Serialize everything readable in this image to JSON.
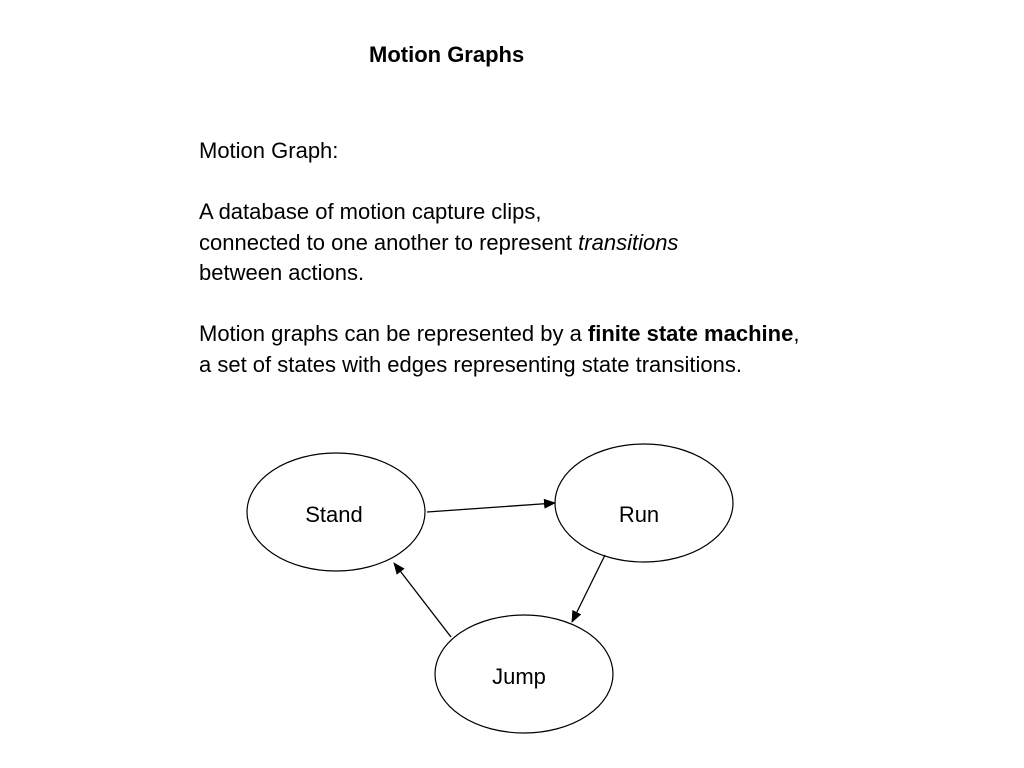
{
  "title": "Motion Graphs",
  "body": {
    "heading": "Motion Graph:",
    "para1_line1": "A database of motion capture clips,",
    "para1_line2_prefix": "connected to one another to represent ",
    "para1_line2_italic": "transitions",
    "para1_line3": "between actions.",
    "para2_line1_prefix": "Motion graphs can be represented by a ",
    "para2_line1_bold": "finite state machine",
    "para2_line1_suffix": ",",
    "para2_line2": "a set of states with edges representing state transitions."
  },
  "diagram": {
    "nodes": [
      {
        "id": "stand",
        "label": "Stand"
      },
      {
        "id": "run",
        "label": "Run"
      },
      {
        "id": "jump",
        "label": "Jump"
      }
    ],
    "edges": [
      {
        "from": "Stand",
        "to": "Run"
      },
      {
        "from": "Run",
        "to": "Jump"
      },
      {
        "from": "Jump",
        "to": "Stand"
      }
    ]
  }
}
